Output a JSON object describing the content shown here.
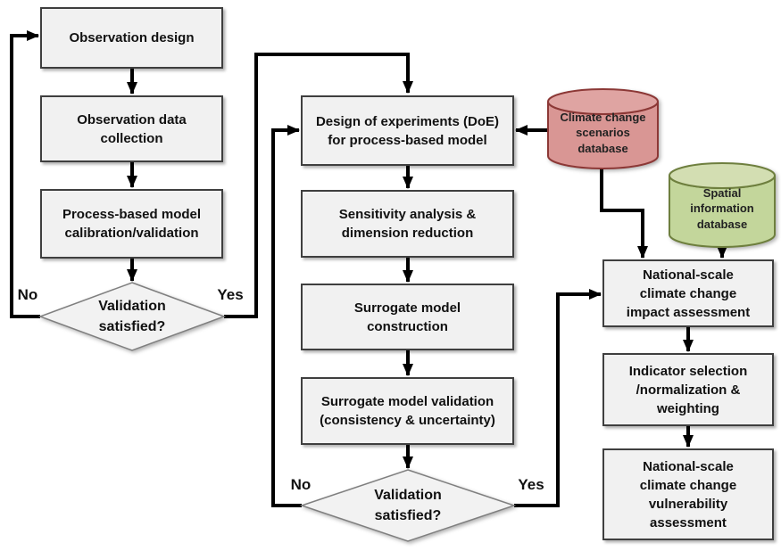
{
  "diagram": {
    "type": "flowchart",
    "description": "Framework flowchart: observation-based model calibration, surrogate modelling, and national-scale climate change impact and vulnerability assessment",
    "background": "#ffffff"
  },
  "nodes": {
    "obs_design": {
      "label": "Observation design",
      "shape": "process"
    },
    "obs_data_collection": {
      "label": "Observation data\ncollection",
      "shape": "process"
    },
    "process_model_calibration": {
      "label": "Process-based model\ncalibration/validation",
      "shape": "process"
    },
    "validation_left": {
      "label": "Validation\nsatisfied?",
      "shape": "decision"
    },
    "doe": {
      "label": "Design of experiments (DoE)\nfor process-based model",
      "shape": "process"
    },
    "sensitivity": {
      "label": "Sensitivity analysis &\ndimension reduction",
      "shape": "process"
    },
    "surrogate_construction": {
      "label": "Surrogate model\nconstruction",
      "shape": "process"
    },
    "surrogate_validation": {
      "label": "Surrogate model validation\n(consistency & uncertainty)",
      "shape": "process"
    },
    "validation_mid": {
      "label": "Validation\nsatisfied?",
      "shape": "decision"
    },
    "climate_db": {
      "label": "Climate change\nscenarios\ndatabase",
      "shape": "database"
    },
    "spatial_db": {
      "label": "Spatial\ninformation\ndatabase",
      "shape": "database"
    },
    "impact_assessment": {
      "label": "National-scale\nclimate change\nimpact assessment",
      "shape": "process"
    },
    "indicator_selection": {
      "label": "Indicator selection\n/normalization &\nweighting",
      "shape": "process"
    },
    "vulnerability_assessment": {
      "label": "National-scale\nclimate change\nvulnerability\nassessment",
      "shape": "process"
    }
  },
  "edge_labels": {
    "left_no": "No",
    "left_yes": "Yes",
    "mid_no": "No",
    "mid_yes": "Yes"
  },
  "edges": [
    {
      "from": "obs_design",
      "to": "obs_data_collection"
    },
    {
      "from": "obs_data_collection",
      "to": "process_model_calibration"
    },
    {
      "from": "process_model_calibration",
      "to": "validation_left"
    },
    {
      "from": "validation_left",
      "to": "obs_design",
      "label": "No"
    },
    {
      "from": "validation_left",
      "to": "doe",
      "label": "Yes"
    },
    {
      "from": "doe",
      "to": "sensitivity"
    },
    {
      "from": "sensitivity",
      "to": "surrogate_construction"
    },
    {
      "from": "surrogate_construction",
      "to": "surrogate_validation"
    },
    {
      "from": "surrogate_validation",
      "to": "validation_mid"
    },
    {
      "from": "validation_mid",
      "to": "doe",
      "label": "No"
    },
    {
      "from": "validation_mid",
      "to": "impact_assessment",
      "label": "Yes"
    },
    {
      "from": "climate_db",
      "to": "doe"
    },
    {
      "from": "climate_db",
      "to": "impact_assessment"
    },
    {
      "from": "spatial_db",
      "to": "impact_assessment"
    },
    {
      "from": "impact_assessment",
      "to": "indicator_selection"
    },
    {
      "from": "indicator_selection",
      "to": "vulnerability_assessment"
    }
  ],
  "colors": {
    "process_fill": "#f1f1f1",
    "process_border": "#3f3f3f",
    "decision_fill": "#f2f2f2",
    "decision_border": "#7f7f7f",
    "climate_db_fill": "#d99694",
    "climate_db_top_fill": "#dfa4a2",
    "climate_db_border": "#8c3836",
    "spatial_db_fill": "#c3d69b",
    "spatial_db_top_fill": "#d3deb2",
    "spatial_db_border": "#6e7f3e",
    "connector": "#000000",
    "background": "#ffffff"
  }
}
